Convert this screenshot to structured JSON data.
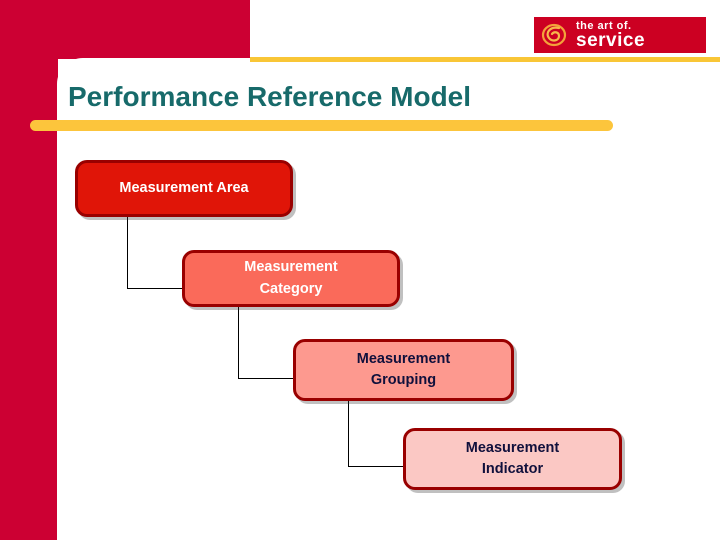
{
  "slide": {
    "title": "Performance Reference Model",
    "title_color": "#176a6a",
    "accent_red": "#cc0033",
    "accent_yellow": "#fcc53c"
  },
  "logo": {
    "mark_name": "art-of-service-spiral-mark",
    "line1": "the art of.",
    "line2": "service",
    "background": "#cc0022",
    "text_color": "#ffffff"
  },
  "diagram": {
    "type": "hierarchy-cascade",
    "nodes": [
      {
        "id": "measurement-area",
        "label": "Measurement Area",
        "fill": "#e01508",
        "border": "#990000",
        "text_color": "#ffffff",
        "level": 1
      },
      {
        "id": "measurement-category",
        "label": "Measurement\nCategory",
        "line1": "Measurement",
        "line2": "Category",
        "fill": "#fa6a5a",
        "border": "#990000",
        "text_color": "#ffffff",
        "level": 2
      },
      {
        "id": "measurement-grouping",
        "label": "Measurement\nGrouping",
        "line1": "Measurement",
        "line2": "Grouping",
        "fill": "#fd998f",
        "border": "#990000",
        "text_color": "#10103c",
        "level": 3
      },
      {
        "id": "measurement-indicator",
        "label": "Measurement\nIndicator",
        "line1": "Measurement",
        "line2": "Indicator",
        "fill": "#fbc8c4",
        "border": "#990000",
        "text_color": "#10103c",
        "level": 4
      }
    ],
    "connectors": [
      {
        "from": "measurement-area",
        "to": "measurement-category"
      },
      {
        "from": "measurement-category",
        "to": "measurement-grouping"
      },
      {
        "from": "measurement-grouping",
        "to": "measurement-indicator"
      }
    ]
  }
}
